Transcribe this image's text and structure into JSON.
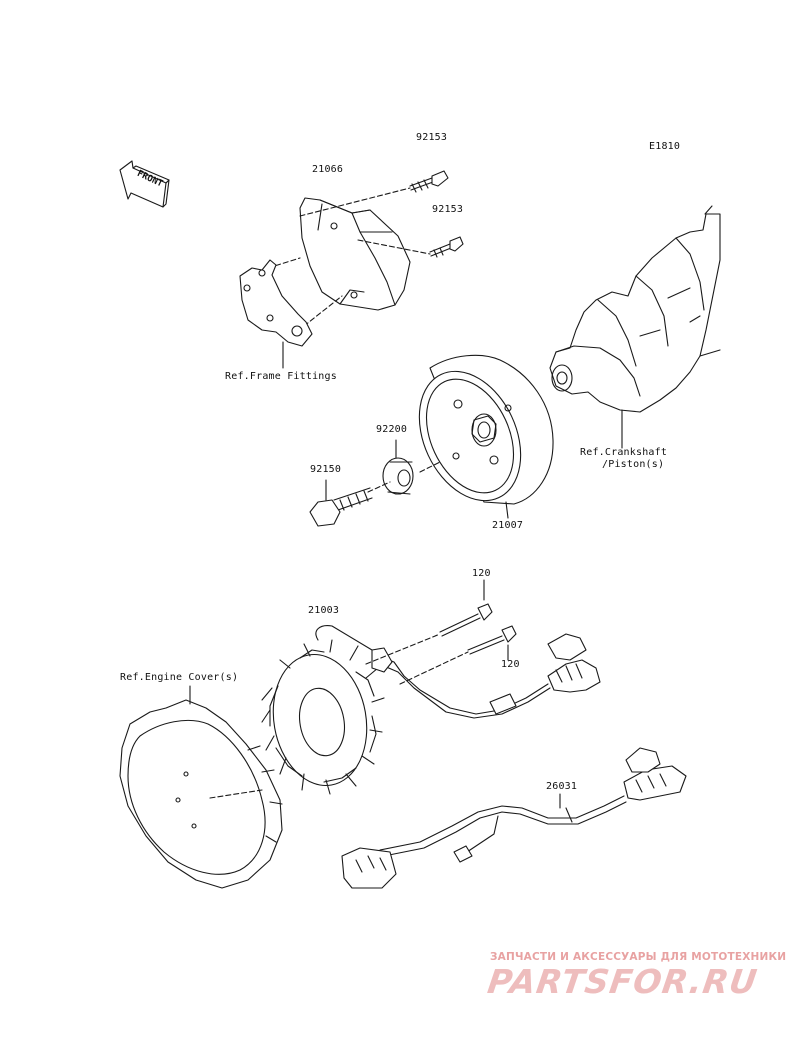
{
  "diagram": {
    "code": "E1810",
    "front_label": "FRONT",
    "labels": {
      "p21066": "21066",
      "p92153_top": "92153",
      "p92153_mid": "92153",
      "ref_frame": "Ref.Frame Fittings",
      "p92200": "92200",
      "p92150": "92150",
      "p21007": "21007",
      "ref_crank_1": "Ref.Crankshaft",
      "ref_crank_2": "/Piston(s)",
      "p120_top": "120",
      "p120_bottom": "120",
      "p21003": "21003",
      "ref_engine": "Ref.Engine Cover(s)",
      "p26031": "26031"
    }
  },
  "watermark": {
    "tagline": "ЗАПЧАСТИ И АКСЕССУАРЫ ДЛЯ МОТОТЕХНИКИ",
    "brand": "PARTSFOR.RU",
    "color": "#eebdbd"
  }
}
